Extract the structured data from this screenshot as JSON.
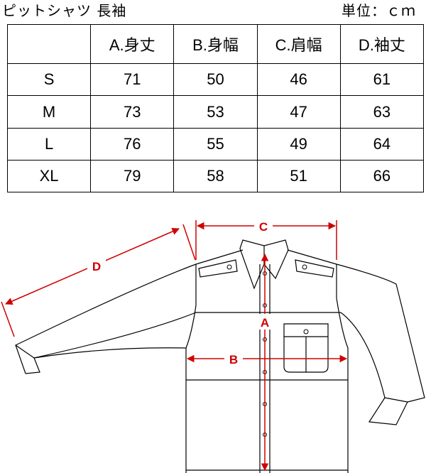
{
  "title": "ピットシャツ 長袖",
  "unit": "単位：ｃｍ",
  "table": {
    "corner": "",
    "headers": [
      "A.身丈",
      "B.身幅",
      "C.肩幅",
      "D.袖丈"
    ],
    "rows": [
      {
        "size": "S",
        "values": [
          "71",
          "50",
          "46",
          "61"
        ]
      },
      {
        "size": "M",
        "values": [
          "73",
          "53",
          "47",
          "63"
        ]
      },
      {
        "size": "L",
        "values": [
          "76",
          "55",
          "49",
          "64"
        ]
      },
      {
        "size": "XL",
        "values": [
          "79",
          "58",
          "51",
          "66"
        ]
      }
    ]
  },
  "diagram": {
    "label_a": "A",
    "label_b": "B",
    "label_c": "C",
    "label_d": "D",
    "line_color": "#000000",
    "dimension_color": "#d00000"
  }
}
